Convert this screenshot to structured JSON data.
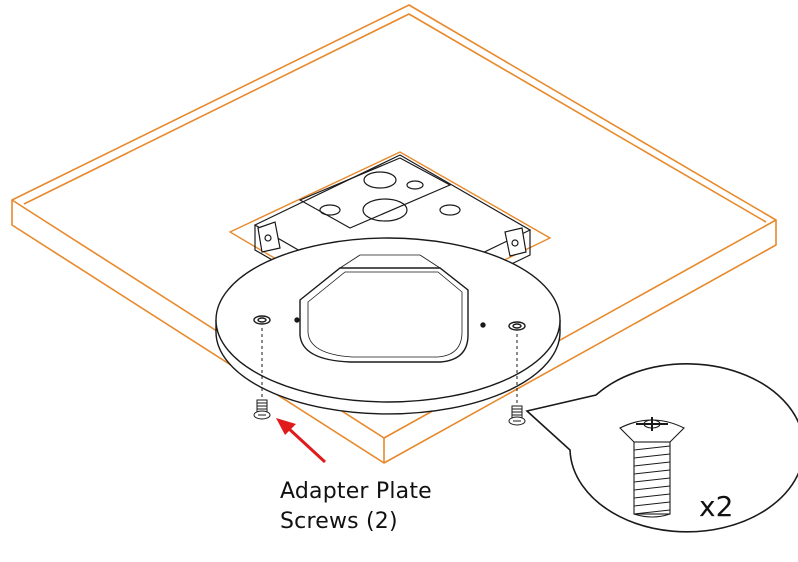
{
  "callout": {
    "line1": "Adapter Plate",
    "line2": "Screws (2)"
  },
  "zoom": {
    "quantity": "x2"
  },
  "colors": {
    "ceiling": "#e8892b",
    "outline": "#1a1a1a",
    "arrow": "#e01b1b",
    "background": "#ffffff"
  },
  "icons": {
    "screw": "flat-head-phillips-screw",
    "arrow": "red-pointer-arrow"
  }
}
